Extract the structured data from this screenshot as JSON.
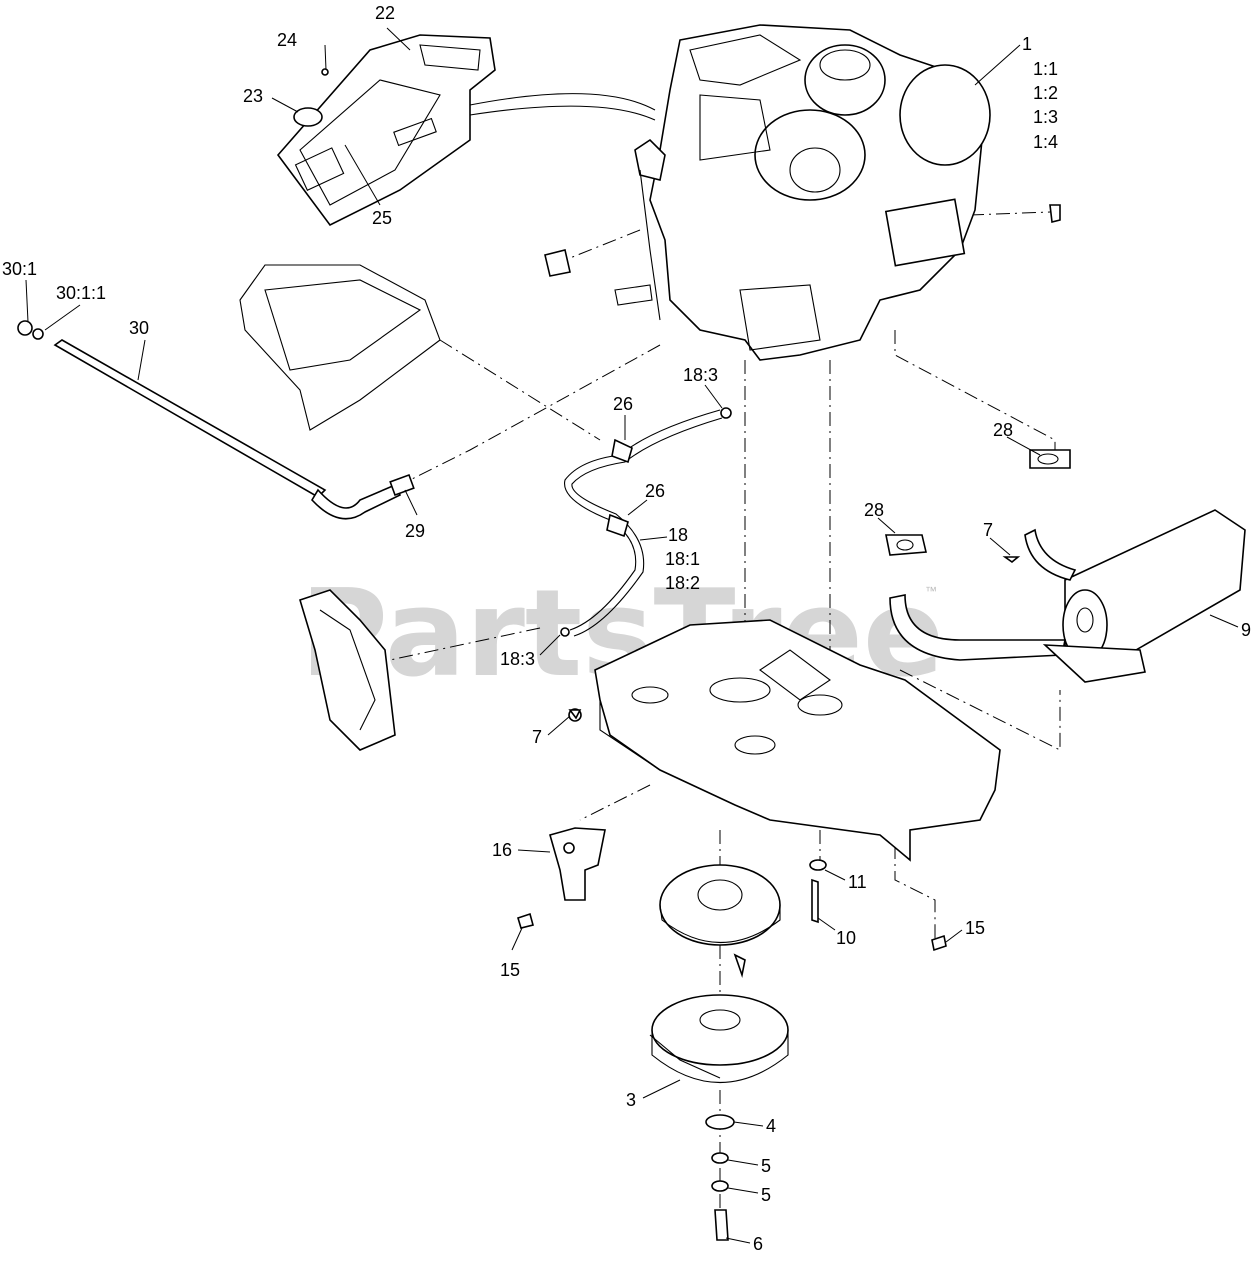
{
  "watermark": {
    "text": "PartsTree",
    "trademark": "™"
  },
  "callouts": [
    {
      "label": "1"
    },
    {
      "label": "1:1"
    },
    {
      "label": "1:2"
    },
    {
      "label": "1:3"
    },
    {
      "label": "1:4"
    },
    {
      "label": "22"
    },
    {
      "label": "24"
    },
    {
      "label": "23"
    },
    {
      "label": "25"
    },
    {
      "label": "30:1"
    },
    {
      "label": "30:1:1"
    },
    {
      "label": "30"
    },
    {
      "label": "29"
    },
    {
      "label": "18:3"
    },
    {
      "label": "26"
    },
    {
      "label": "26"
    },
    {
      "label": "18"
    },
    {
      "label": "18:1"
    },
    {
      "label": "18:2"
    },
    {
      "label": "18:3"
    },
    {
      "label": "28"
    },
    {
      "label": "28"
    },
    {
      "label": "7"
    },
    {
      "label": "9"
    },
    {
      "label": "7"
    },
    {
      "label": "16"
    },
    {
      "label": "15"
    },
    {
      "label": "11"
    },
    {
      "label": "10"
    },
    {
      "label": "15"
    },
    {
      "label": "3"
    },
    {
      "label": "4"
    },
    {
      "label": "5"
    },
    {
      "label": "5"
    },
    {
      "label": "6"
    }
  ]
}
